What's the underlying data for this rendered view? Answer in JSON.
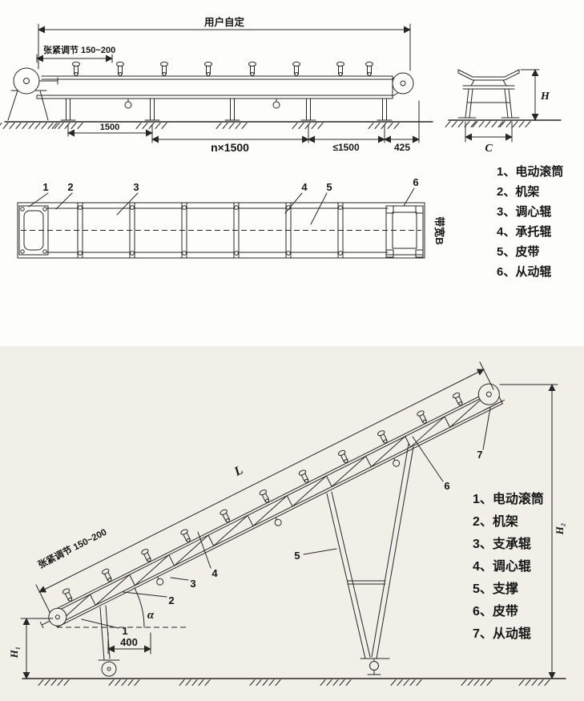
{
  "colors": {
    "ink": "#262626",
    "paper_top": "#fdfdfc",
    "paper_bottom": "#f1efe8"
  },
  "top_view": {
    "dims": {
      "user_defined": "用户自定",
      "tension": "张紧调节 150~200",
      "d1500": "1500",
      "n1500": "n×1500",
      "le1500": "≤1500",
      "d425": "425",
      "H": "H",
      "C": "C",
      "belt_width": "带宽B"
    },
    "callouts": [
      "1",
      "2",
      "3",
      "4",
      "5",
      "6"
    ],
    "legend": [
      "1、电动滚筒",
      "2、机架",
      "3、调心辊",
      "4、承托辊",
      "5、皮带",
      "6、从动辊"
    ]
  },
  "incline_view": {
    "dims": {
      "tension": "张紧调节 150~200",
      "L": "L",
      "H1": "H₁",
      "H2": "H₂",
      "d400": "400",
      "alpha": "α"
    },
    "callouts": [
      "1",
      "2",
      "3",
      "4",
      "5",
      "6",
      "7"
    ],
    "legend": [
      "1、电动滚筒",
      "2、机架",
      "3、支承辊",
      "4、调心辊",
      "5、支撑",
      "6、皮带",
      "7、从动辊"
    ]
  }
}
